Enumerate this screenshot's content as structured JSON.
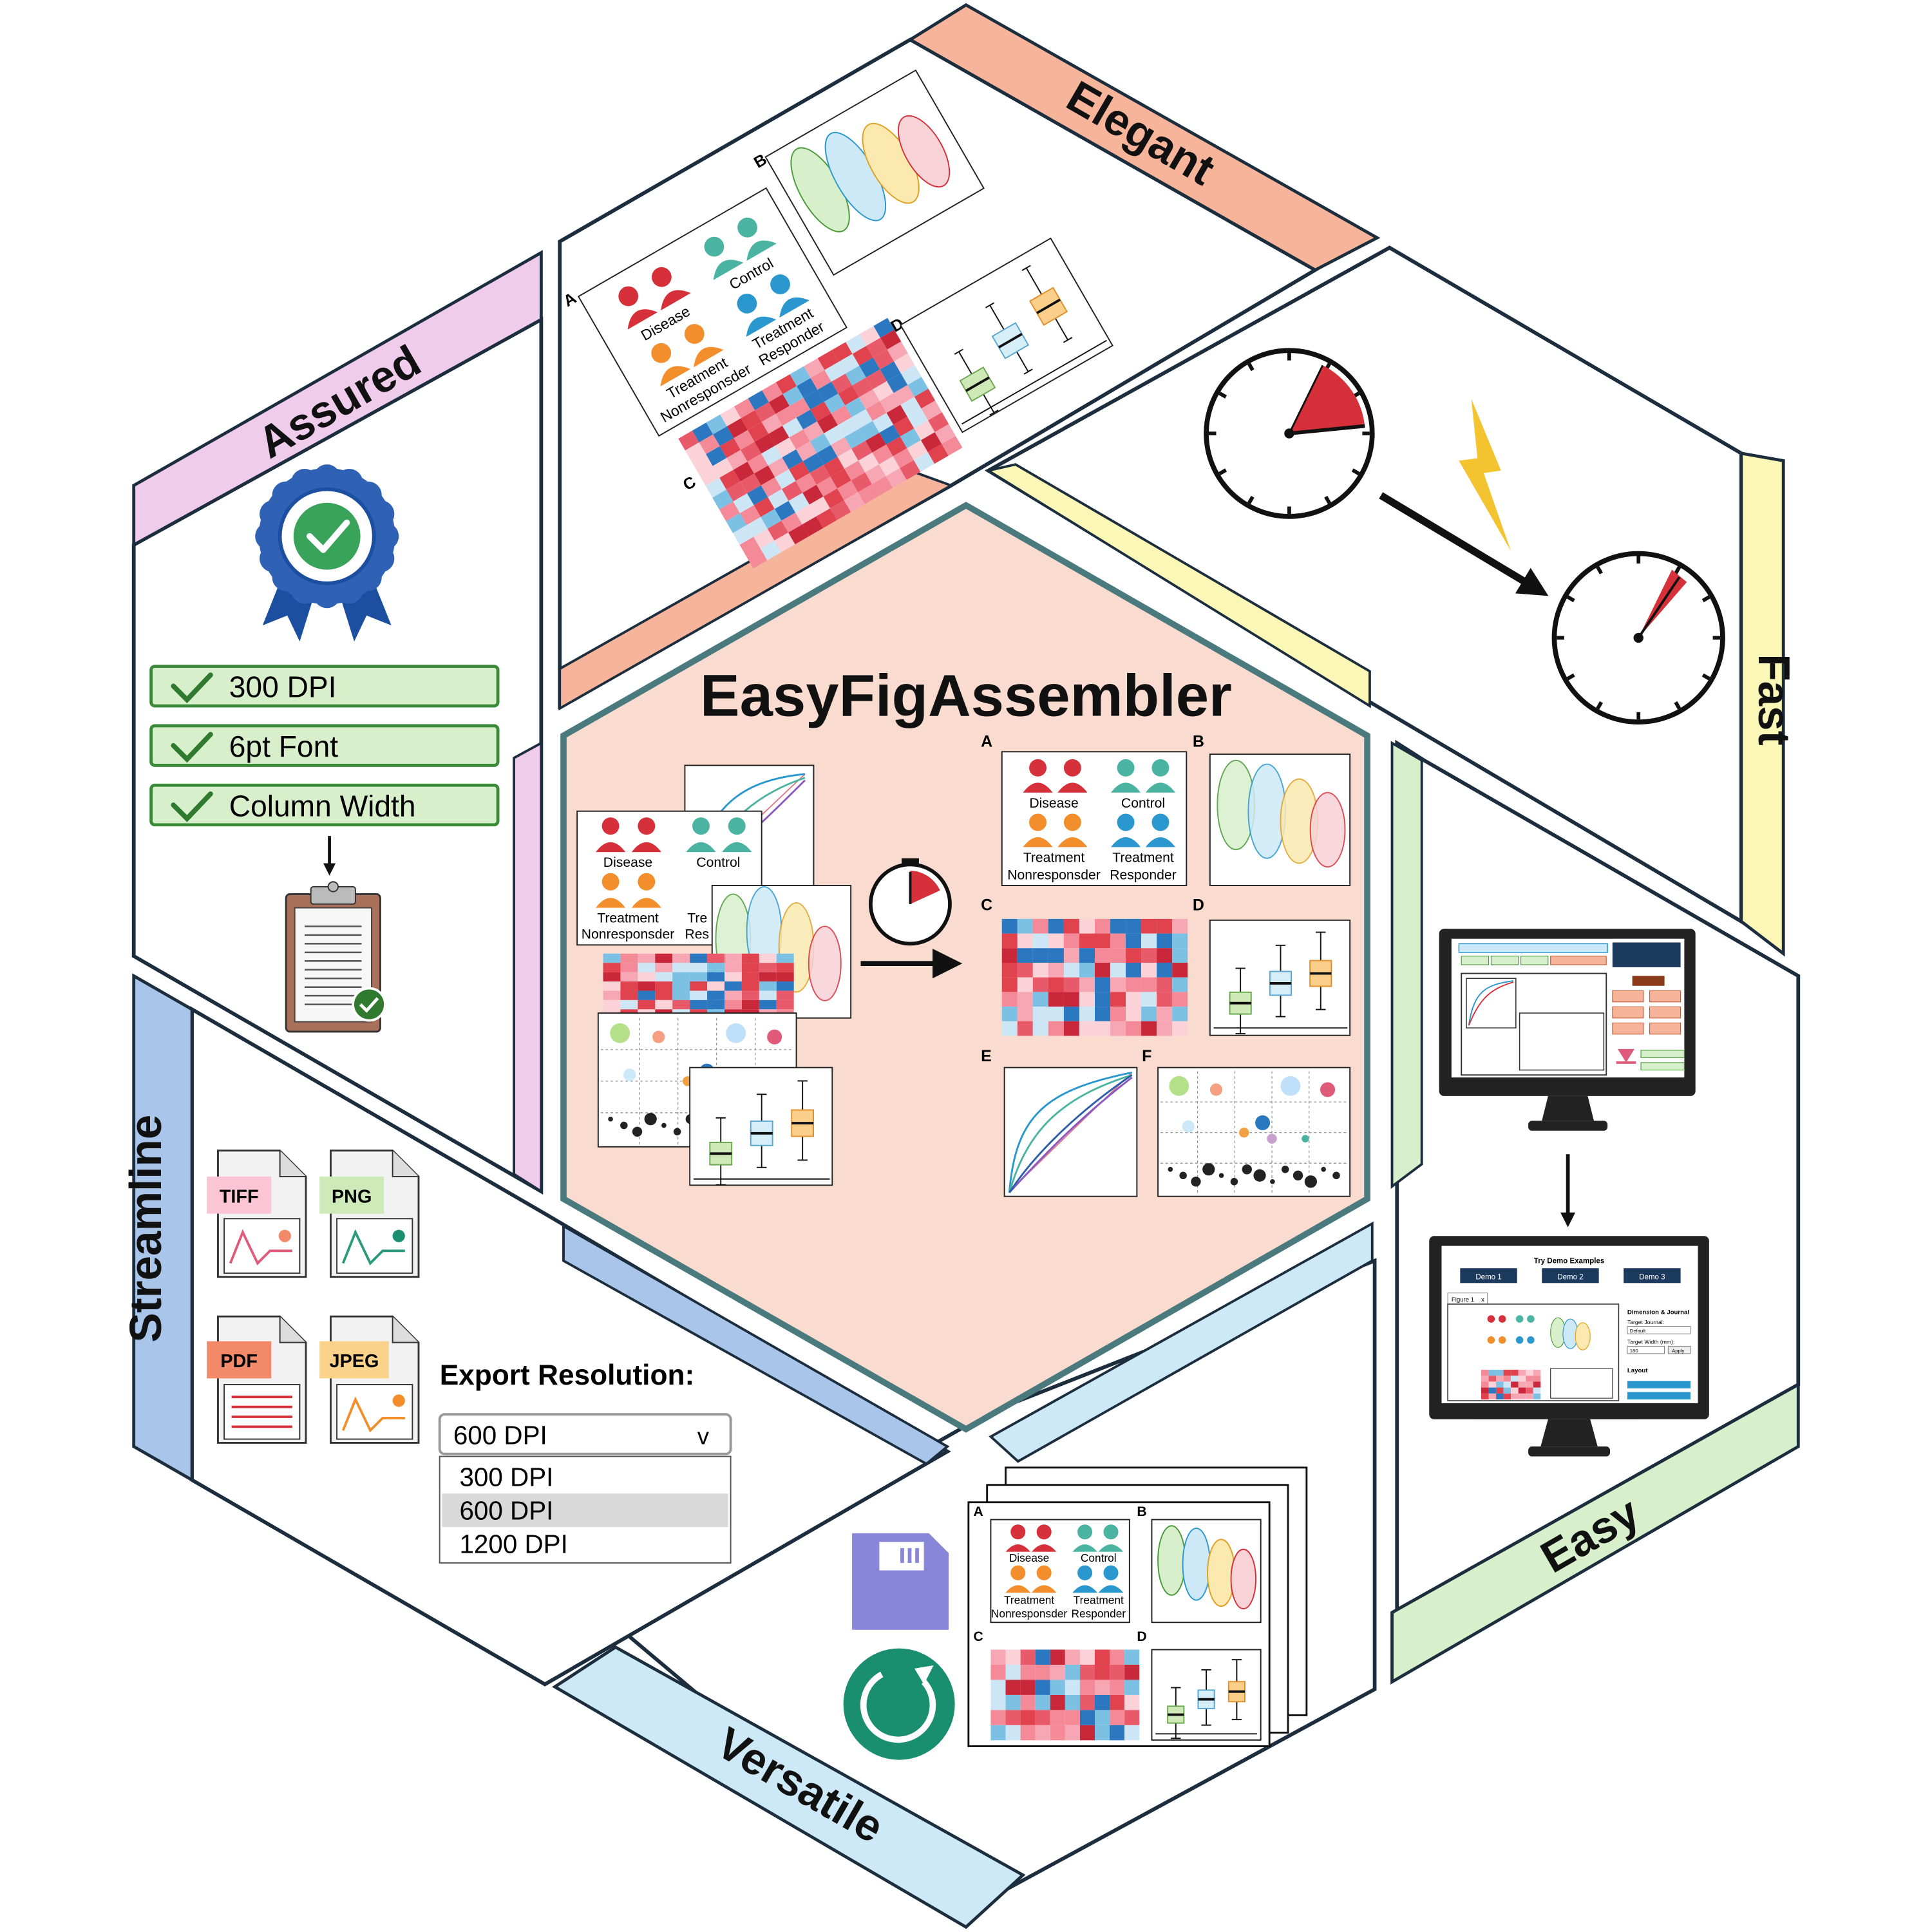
{
  "title": "EasyFigAssembler",
  "colors": {
    "center_fill": "#f9dccf",
    "center_stroke": "#4a7a7e",
    "elegant": "#f6b59b",
    "fast": "#fbf7b6",
    "easy": "#d8efcc",
    "versatile": "#cde9f7",
    "streamline": "#a9c6ea",
    "assured": "#efcbec",
    "red": "#d6303a",
    "orange": "#f28e2b",
    "teal": "#4bb3a1",
    "blue": "#2a97cf",
    "save": "#8886d8",
    "sync": "#1a8f70"
  },
  "sections": {
    "elegant": "Elegant",
    "fast": "Fast",
    "easy": "Easy",
    "versatile": "Versatile",
    "streamline": "Streamline",
    "assured": "Assured"
  },
  "panel_letters": {
    "a": "A",
    "b": "B",
    "c": "C",
    "d": "D",
    "e": "E",
    "f": "F"
  },
  "groups": {
    "disease": "Disease",
    "control": "Control",
    "treatment_1": "Treatment",
    "nonresponder": "Nonresponsder",
    "treatment_2": "Treatment",
    "responder": "Responder",
    "treatment_3": "Treatment",
    "treatment_4": "Tre",
    "responder_truncated": "Res"
  },
  "assured_checks": [
    "300 DPI",
    "6pt Font",
    "Column Width"
  ],
  "file_types": {
    "tiff": "TIFF",
    "png": "PNG",
    "pdf": "PDF",
    "jpeg": "JPEG"
  },
  "export": {
    "label": "Export Resolution:",
    "selected": "600 DPI",
    "chevron": "v",
    "options": [
      "300 DPI",
      "600 DPI",
      "1200 DPI"
    ]
  },
  "demo_app": {
    "header": "Try Demo Examples",
    "buttons": [
      "Demo 1",
      "Demo 2",
      "Demo 3"
    ],
    "tab": "Figure 1",
    "tab_close": "x",
    "side_title": "Dimension & Journal",
    "target_journal": "Target Journal:",
    "journal_value": "Default",
    "target_width": "Target Width (mm):",
    "width_value": "180",
    "apply": "Apply",
    "layout": "Layout"
  },
  "icons": [
    "ribbon-check-icon",
    "clipboard-check-icon",
    "stopwatch-icon",
    "lightning-icon",
    "monitor-icon",
    "save-disk-icon",
    "sync-icon",
    "download-icon",
    "arrow-icon"
  ]
}
